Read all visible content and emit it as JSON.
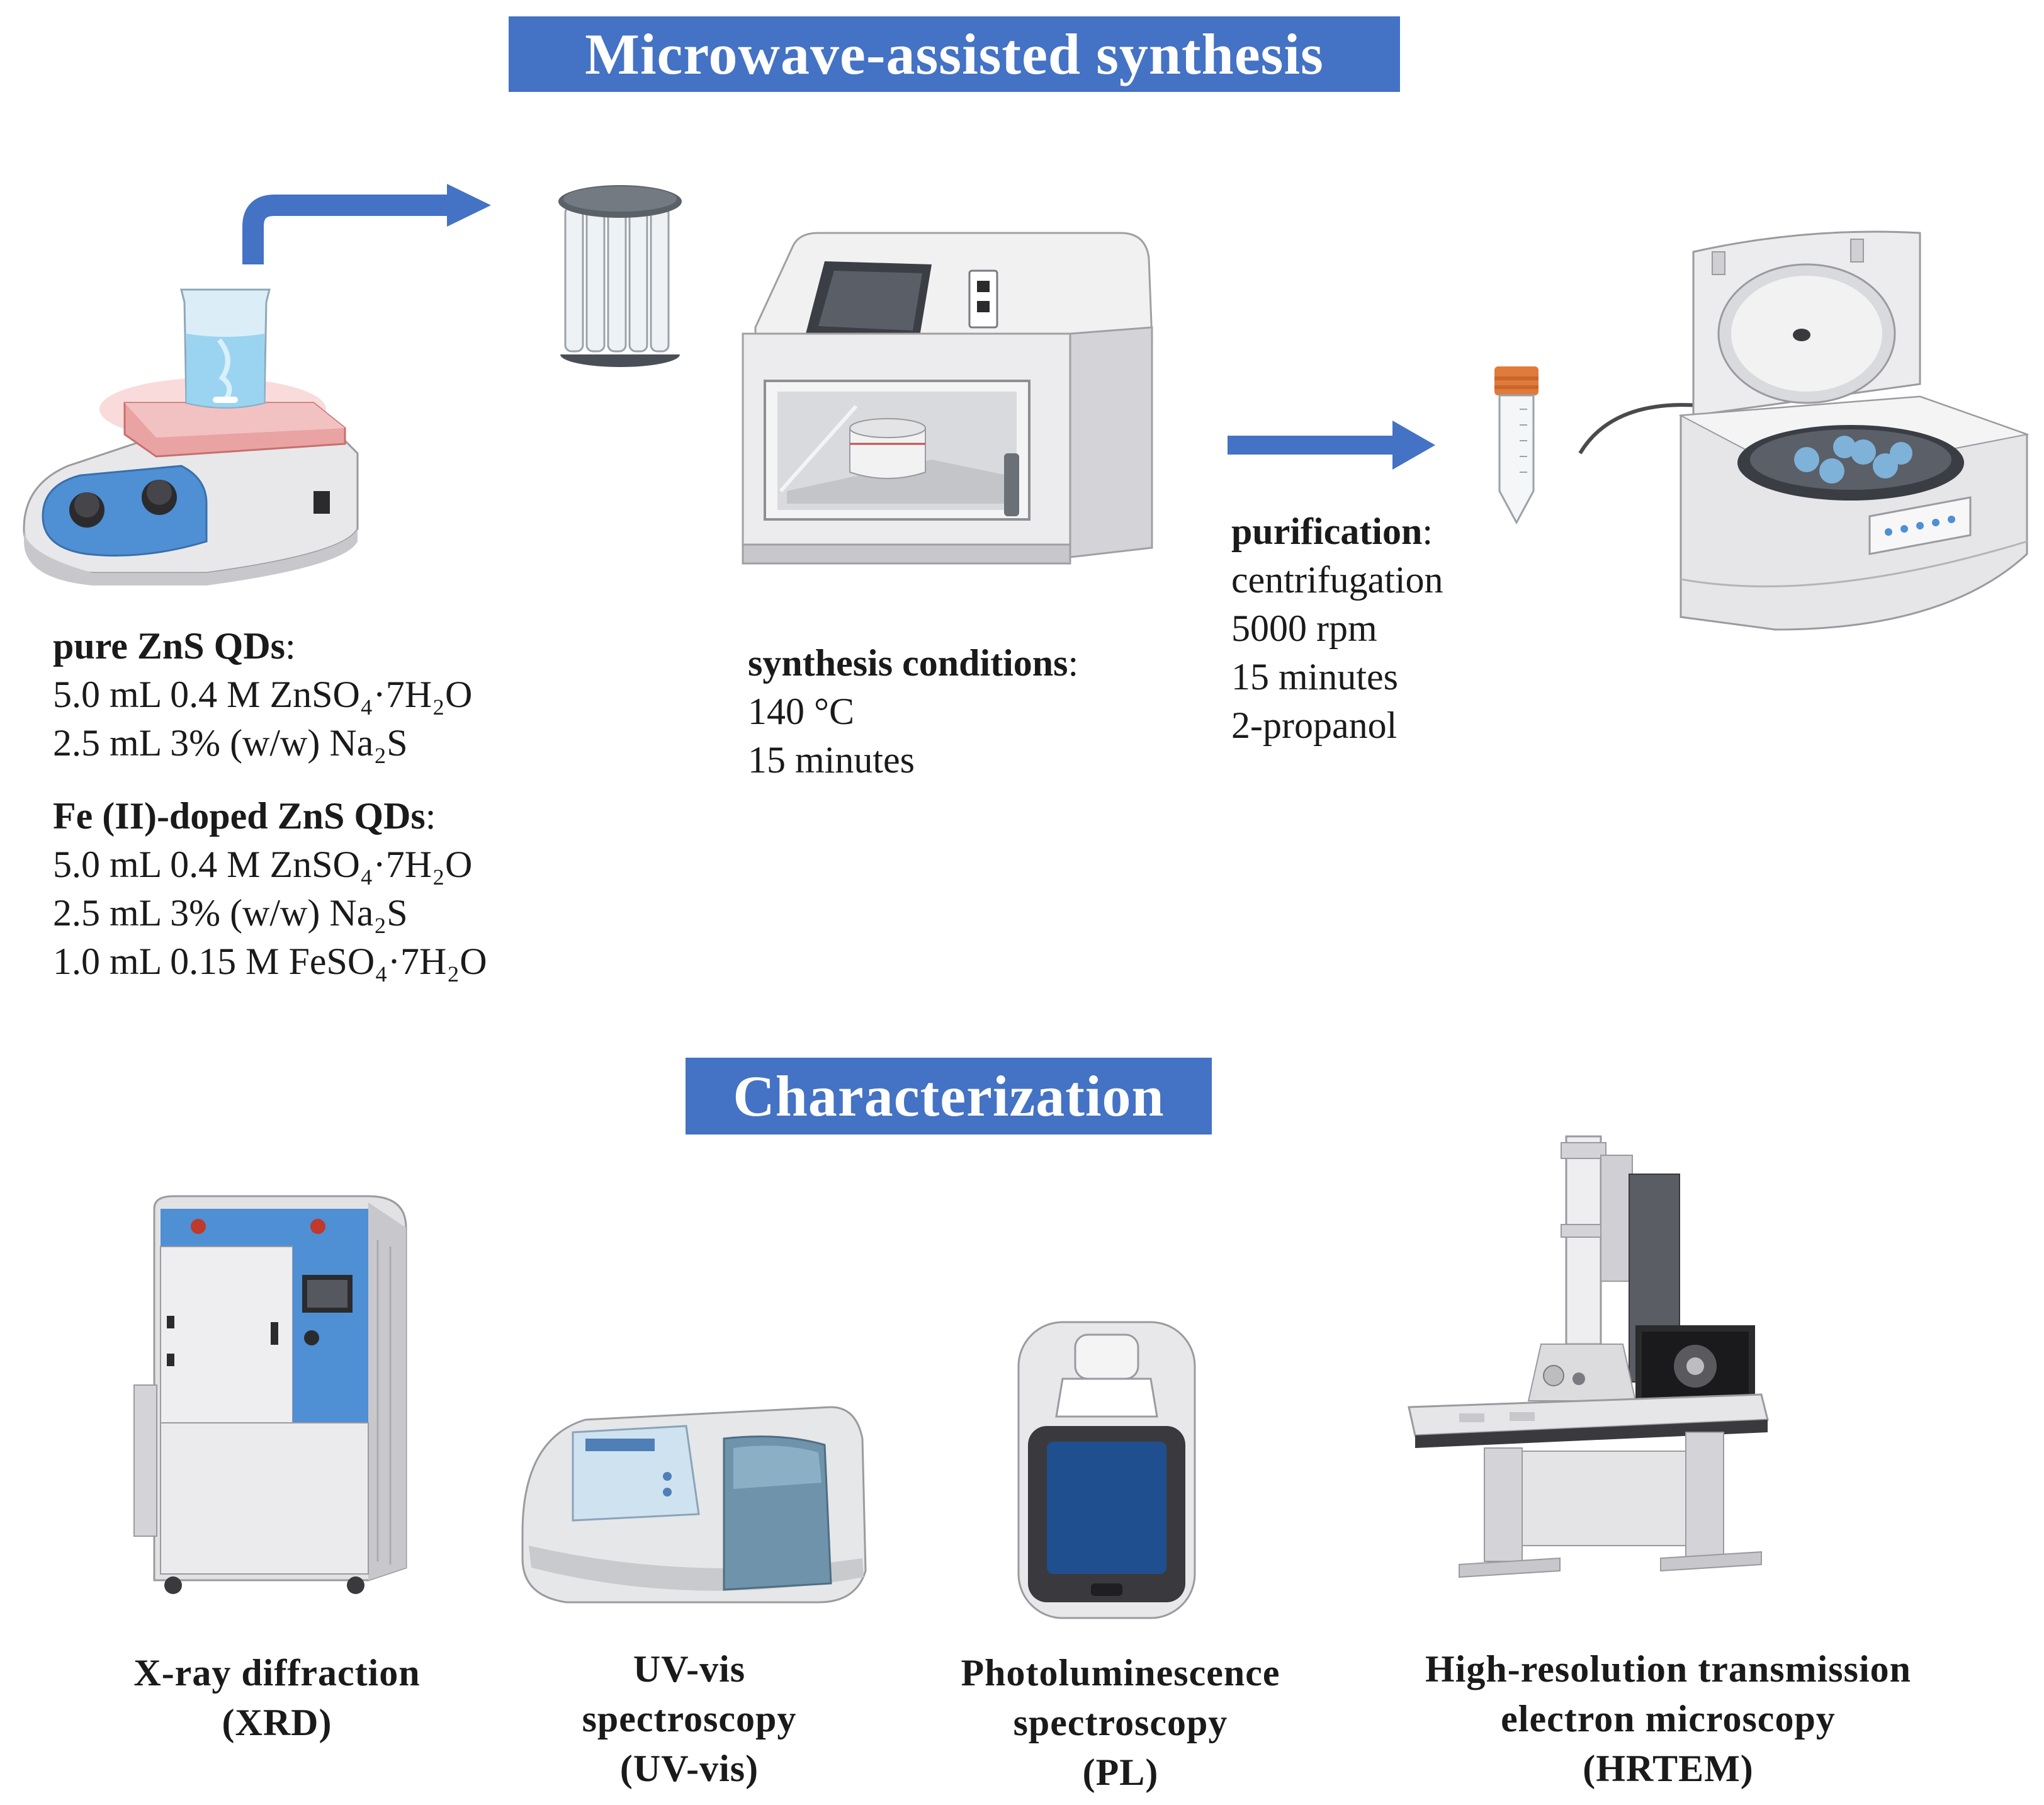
{
  "banners": {
    "synthesis": "Microwave-assisted synthesis",
    "characterization": "Characterization"
  },
  "synthesis": {
    "pure_title": "pure  ZnS QDs",
    "pure_lines": [
      "5.0 mL  0.4 M ZnSO₄·7H₂O",
      "2.5 mL 3% (w/w) Na₂S"
    ],
    "doped_title": "Fe (II)-doped ZnS QDs",
    "doped_lines": [
      "5.0 mL  0.4 M ZnSO₄·7H₂O",
      "2.5 mL 3% (w/w) Na₂S",
      "1.0 mL 0.15 M FeSO₄·7H₂O"
    ],
    "conditions_title": "synthesis conditions",
    "conditions_lines": [
      "140 °C",
      "15 minutes"
    ],
    "purification_title": "purification",
    "purification_lines": [
      "centrifugation",
      "5000 rpm",
      "15 minutes",
      "2-propanol"
    ]
  },
  "characterization": [
    {
      "lines": [
        "X-ray diffraction",
        "(XRD)"
      ]
    },
    {
      "lines": [
        "UV-vis",
        "spectroscopy",
        "(UV-vis)"
      ]
    },
    {
      "lines": [
        "Photoluminescence",
        "spectroscopy",
        "(PL)"
      ]
    },
    {
      "lines": [
        "High-resolution transmission",
        "electron microscopy",
        "(HRTEM)"
      ]
    }
  ],
  "icons": {
    "hotplate": "magnetic-stirrer-hotplate-icon",
    "vessel_rack": "reaction-vessel-rack-icon",
    "microwave": "microwave-reactor-icon",
    "tube": "centrifuge-tube-icon",
    "centrifuge": "centrifuge-icon",
    "xrd": "x-ray-diffractometer-icon",
    "uvvis": "uv-vis-spectrophotometer-icon",
    "pl": "photoluminescence-spectrometer-icon",
    "tem": "transmission-electron-microscope-icon"
  },
  "colors": {
    "accent": "#4472c4",
    "orange_cap": "#e07a3a",
    "heater_glow": "#e8a0a0",
    "panel_blue": "#4f8fd4"
  }
}
